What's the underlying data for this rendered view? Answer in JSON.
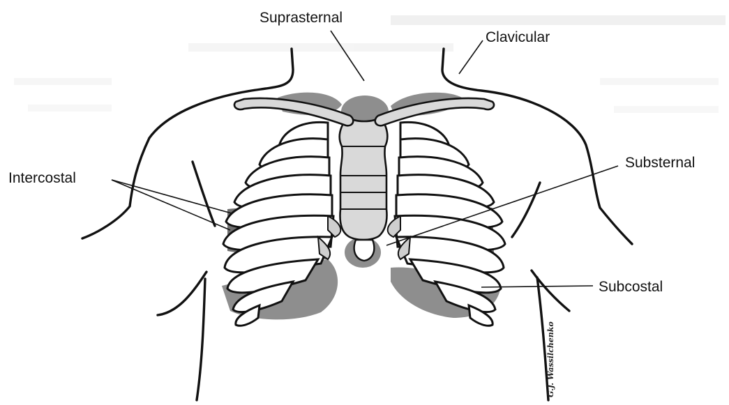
{
  "labels": {
    "suprasternal": "Suprasternal",
    "clavicular": "Clavicular",
    "intercostal": "Intercostal",
    "substernal": "Substernal",
    "subcostal": "Subcostal"
  },
  "signature": "G.J. Wassilchenko",
  "colors": {
    "retraction_shading": "#8e8e8e",
    "intercostal_shading": "#6f6f6f",
    "bone_fill": "#d9d9d9",
    "outline": "#111111"
  }
}
